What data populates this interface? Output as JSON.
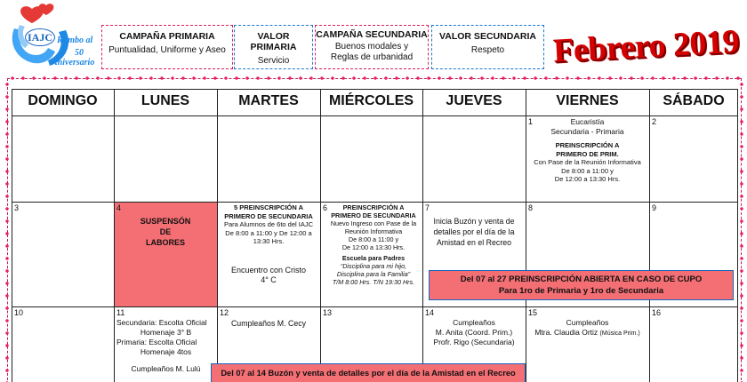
{
  "logo": {
    "badge": "IAJC",
    "text1": "Rumbo al",
    "text2": "50",
    "text3": "Aniversario"
  },
  "campaigns": [
    {
      "title": "CAMPAÑA PRIMARIA",
      "lines": [
        "Puntualidad, Uniforme y Aseo"
      ]
    },
    {
      "title": "VALOR PRIMARIA",
      "lines": [
        "Servicio"
      ]
    },
    {
      "title": "CAMPAÑA SECUNDARIA",
      "lines": [
        "Buenos modales y",
        "Reglas de urbanidad"
      ]
    },
    {
      "title": "VALOR SECUNDARIA",
      "lines": [
        "Respeto"
      ]
    }
  ],
  "month_title": "Febrero 2019",
  "days": [
    "DOMINGO",
    "LUNES",
    "MARTES",
    "MIÉRCOLES",
    "JUEVES",
    "VIERNES",
    "SÁBADO"
  ],
  "weeks": [
    {
      "cells": [
        {
          "num": "",
          "lines": []
        },
        {
          "num": "",
          "lines": []
        },
        {
          "num": "",
          "lines": []
        },
        {
          "num": "",
          "lines": []
        },
        {
          "num": "",
          "lines": []
        },
        {
          "num": "1",
          "lines": [
            "Eucaristía",
            "Secundaria  -  Primaria",
            "",
            "PREINSCRIPCIÓN A",
            "PRIMERO DE PRIM.",
            "Con Pase de la Reunión Informativa",
            "De 8:00 a 11:00 y",
            "De 12:00 a 13:30 Hrs."
          ]
        },
        {
          "num": "2",
          "lines": []
        }
      ]
    },
    {
      "cells": [
        {
          "num": "3",
          "lines": []
        },
        {
          "num": "4",
          "lines": [
            "SUSPENSÓN",
            "DE",
            "LABORES"
          ]
        },
        {
          "num": "",
          "lines": [
            "5 PREINSCRIPCIÓN A",
            "PRIMERO DE SECUNDARIA",
            "Para Alumnos de 6to del IAJC",
            "De 8:00 a 11:00 y De 12:00 a",
            "13:30 Hrs.",
            "",
            "",
            "Encuentro con Cristo",
            "4° C"
          ]
        },
        {
          "num": "6",
          "lines": [
            "PREINSCRIPCIÓN A",
            "PRIMERO DE SECUNDARIA",
            "Nuevo Ingreso con Pase de la",
            "Reunión Informativa",
            "De 8:00 a 11:00 y",
            "De 12:00 a 13:30 Hrs.",
            "Escuela para Padres",
            "“Disciplina para mi hijo,",
            "Disciplina para la Familia”",
            "T/M 8:00 Hrs.    T/N 19:30 Hrs."
          ]
        },
        {
          "num": "7",
          "lines": [
            "Inicia Buzón y venta de",
            "detalles por el día de la",
            "Amistad en el Recreo"
          ]
        },
        {
          "num": "8",
          "lines": []
        },
        {
          "num": "9",
          "lines": []
        }
      ]
    },
    {
      "cells": [
        {
          "num": "10",
          "lines": []
        },
        {
          "num": "11",
          "lines": [
            "Secundaria: Escolta Oficial",
            "Homenaje 3° B",
            "Primaria: Escolta Oficial",
            "Homenaje  4tos",
            "",
            "Cumpleaños M. Lulú"
          ]
        },
        {
          "num": "12",
          "lines": [
            "Cumpleaños M. Cecy"
          ]
        },
        {
          "num": "13",
          "lines": []
        },
        {
          "num": "14",
          "lines": [
            "Cumpleaños",
            "M. Anita (Coord. Prim.)",
            "Profr. Rigo (Secundaria)"
          ]
        },
        {
          "num": "15",
          "lines": [
            "Cumpleaños",
            "Mtra. Claudia Ortiz",
            "(Música Prim.)"
          ]
        },
        {
          "num": "16",
          "lines": []
        }
      ]
    }
  ],
  "banners": {
    "preinscripcion_line1": "Del 07 al 27 PREINSCRIPCIÓN ABIERTA EN CASO DE CUPO",
    "preinscripcion_line2": "Para 1ro de Primaria y 1ro de Secundaria",
    "buzon": "Del 07 al 14 Buzón y venta de detalles por el día de la Amistad en el Recreo"
  },
  "colors": {
    "highlight": "#f46f74",
    "title_red": "#d50000",
    "campaign_pink": "#d81b60",
    "campaign_blue": "#1976d2"
  }
}
